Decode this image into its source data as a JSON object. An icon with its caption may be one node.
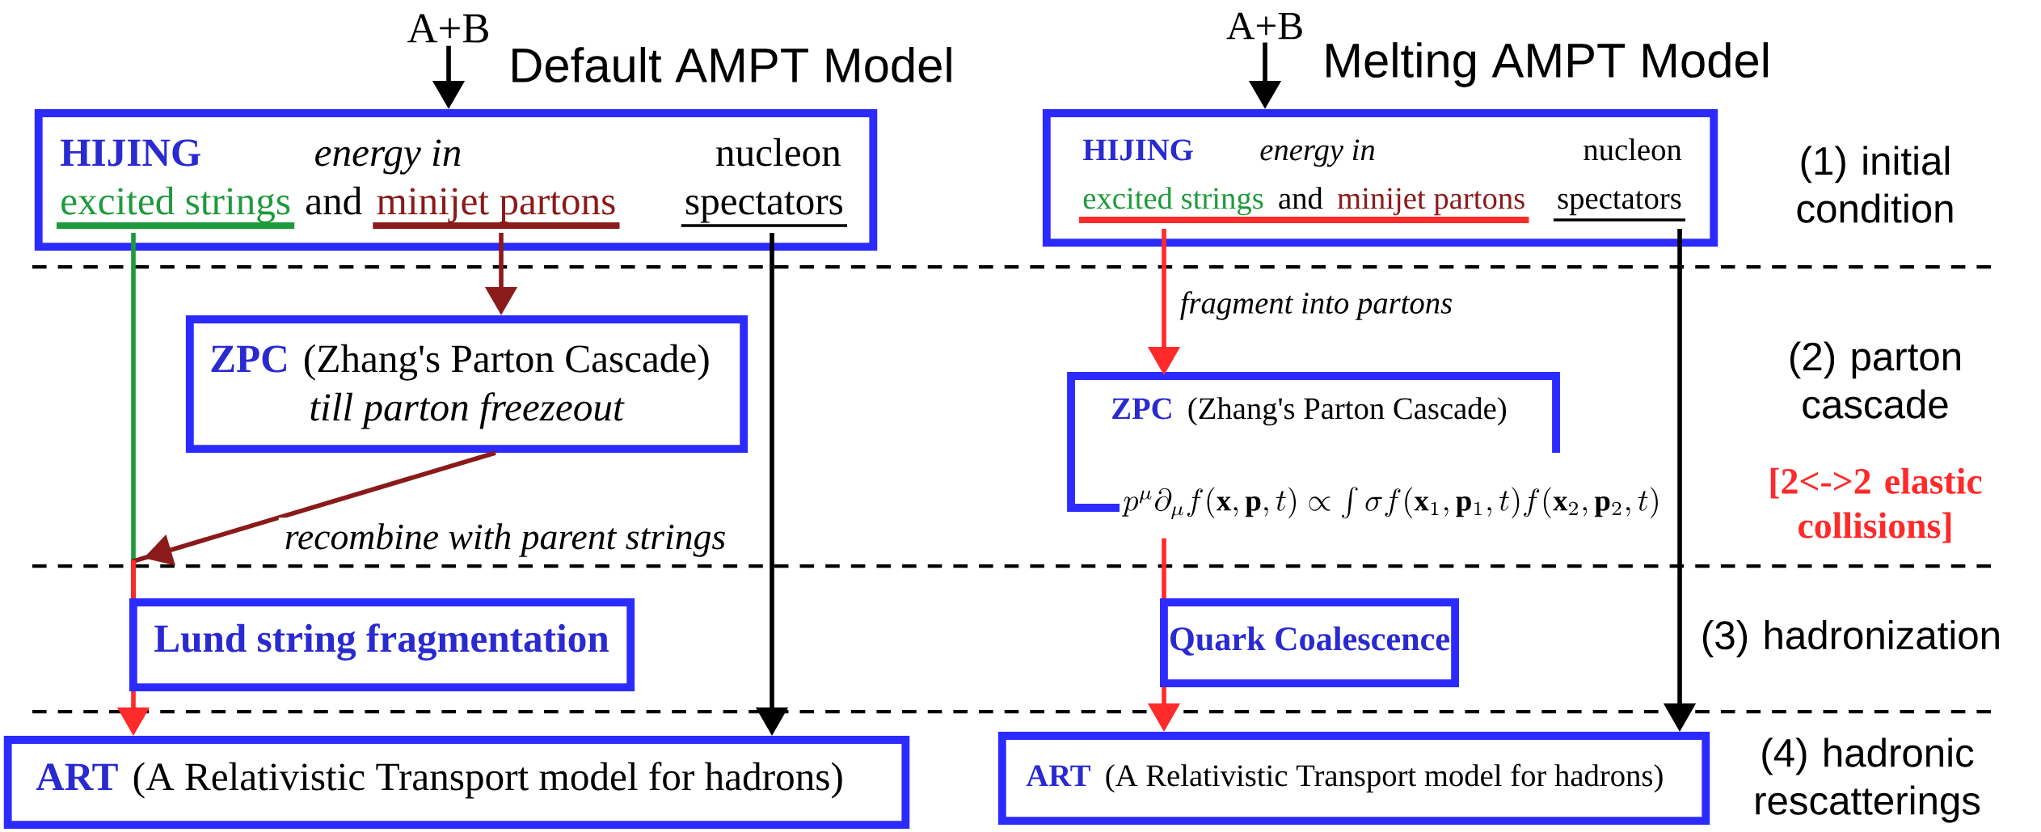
{
  "diagram": {
    "nodes": [
      {
        "text": [
          "A+B"
        ]
      },
      {
        "text": [
          "HIJING",
          "energy in",
          "nucleon",
          "excited strings",
          "and",
          "minijet partons",
          "spectators"
        ]
      },
      {
        "text": [
          "ZPC",
          "(Zhang's Parton Cascade)",
          "till parton freezeout"
        ]
      },
      {
        "text": [
          "Lund string fragmentation"
        ]
      },
      {
        "text": [
          "ART",
          "(A Relativistic Transport model for hadrons)"
        ]
      },
      {
        "text": [
          "A+B"
        ]
      },
      {
        "text": [
          "HIJING",
          "energy in",
          "nucleon",
          "excited strings",
          "and",
          "minijet partons",
          "spectators"
        ]
      },
      {
        "text": [
          "ZPC",
          "(Zhang's Parton Cascade)",
          "p^{\\mu}\\partial_{\\mu} f(\\mathbf{x},\\mathbf{p},t) \\propto \\int \\sigma f(\\mathbf{x}_{1},\\mathbf{p}_{1},t) f(\\mathbf{x}_{2},\\mathbf{p}_{2},t)"
        ],
        "beside": [
          "[2<->2 elastic collisions]"
        ]
      },
      {
        "text": [
          "Quark Coalescence"
        ]
      },
      {
        "text": [
          "ART",
          "(A Relativistic Transport model for hadrons)"
        ]
      }
    ],
    "edges": [
      {
        "from": 0,
        "to": 1,
        "arrow": "to"
      },
      {
        "from": 1,
        "to": 2,
        "arrow": "to",
        "color": "#8b1a1a"
      },
      {
        "from": 1,
        "to": 3,
        "arrow": "none",
        "color": "#1e9a3c"
      },
      {
        "from": 2,
        "to": 3,
        "arrow": "to",
        "color": "#8b1a1a",
        "label": "*recombine with parent* strings"
      },
      {
        "from": 3,
        "to": 4,
        "arrow": "to",
        "color": "#ff2a2a"
      },
      {
        "from": 1,
        "to": 4,
        "arrow": "to"
      },
      {
        "from": 5,
        "to": 6,
        "arrow": "to"
      },
      {
        "from": 6,
        "to": 7,
        "arrow": "to",
        "color": "#ff2a2a",
        "label": "fragment into partons"
      },
      {
        "from": 7,
        "to": 8,
        "arrow": "none",
        "color": "#ff2a2a"
      },
      {
        "from": 8,
        "to": 9,
        "arrow": "to",
        "color": "#ff2a2a"
      },
      {
        "from": 6,
        "to": 9,
        "arrow": "to"
      }
    ],
    "labels": [
      "Default AMPT Model",
      "Melting AMPT Model",
      "(1) initial condition",
      "(2) parton cascade",
      "(3) hadronization",
      "(4) hadronic rescatterings"
    ]
  }
}
